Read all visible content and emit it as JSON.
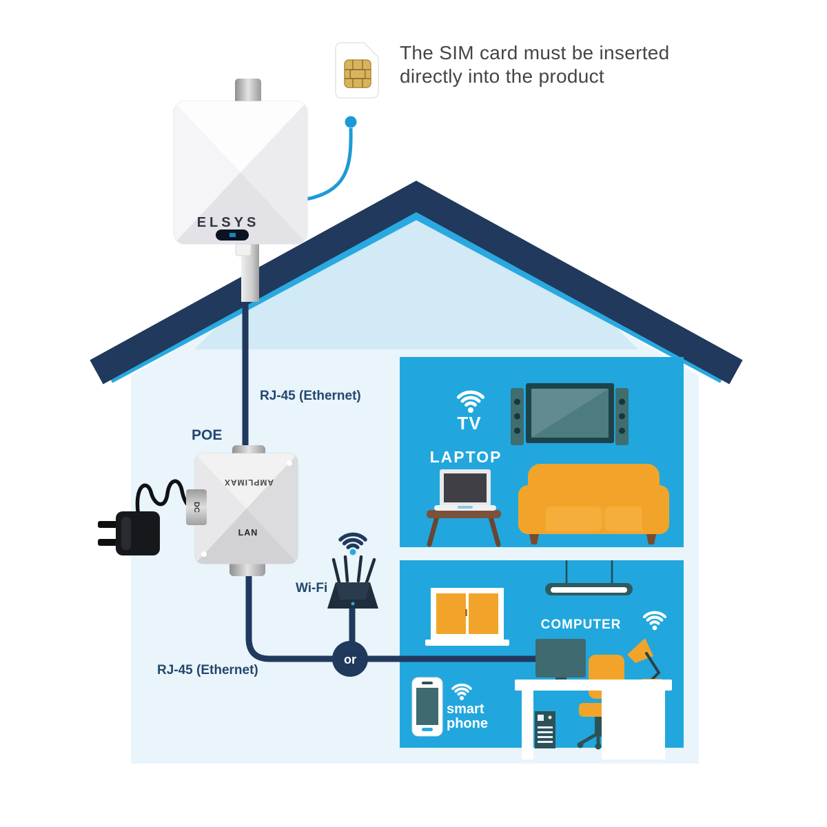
{
  "sim_note": {
    "line1": "The SIM card must be inserted",
    "line2": "directly into the product"
  },
  "antenna": {
    "brand": "ELSYS"
  },
  "poe": {
    "label": "POE",
    "device_name": "AMPLIMAX",
    "dc_port": "DC",
    "lan_port": "LAN"
  },
  "connections": {
    "ethernet_top": "RJ-45 (Ethernet)",
    "ethernet_bottom": "RJ-45 (Ethernet)",
    "or_node": "or",
    "wifi_label": "Wi-Fi"
  },
  "living_room": {
    "tv_label": "TV",
    "laptop_label": "LAPTOP"
  },
  "office_room": {
    "computer_label": "COMPUTER",
    "smartphone_label_line1": "smart",
    "smartphone_label_line2": "phone"
  },
  "colors": {
    "roof_navy": "#20395c",
    "accent_cyan": "#29a9e0",
    "room_blue": "#21a7dd",
    "house_light": "#e9f4fb",
    "attic_shade": "#d2e9f6",
    "cable_navy": "#22395e",
    "label_navy": "#23476e",
    "furniture_orange": "#f2a42a",
    "device_teal": "#3e6a70",
    "dark_teal": "#2c5258",
    "wood_brown": "#7c523b",
    "sim_gold": "#dab45c",
    "sim_blue": "#1d9ad6"
  }
}
